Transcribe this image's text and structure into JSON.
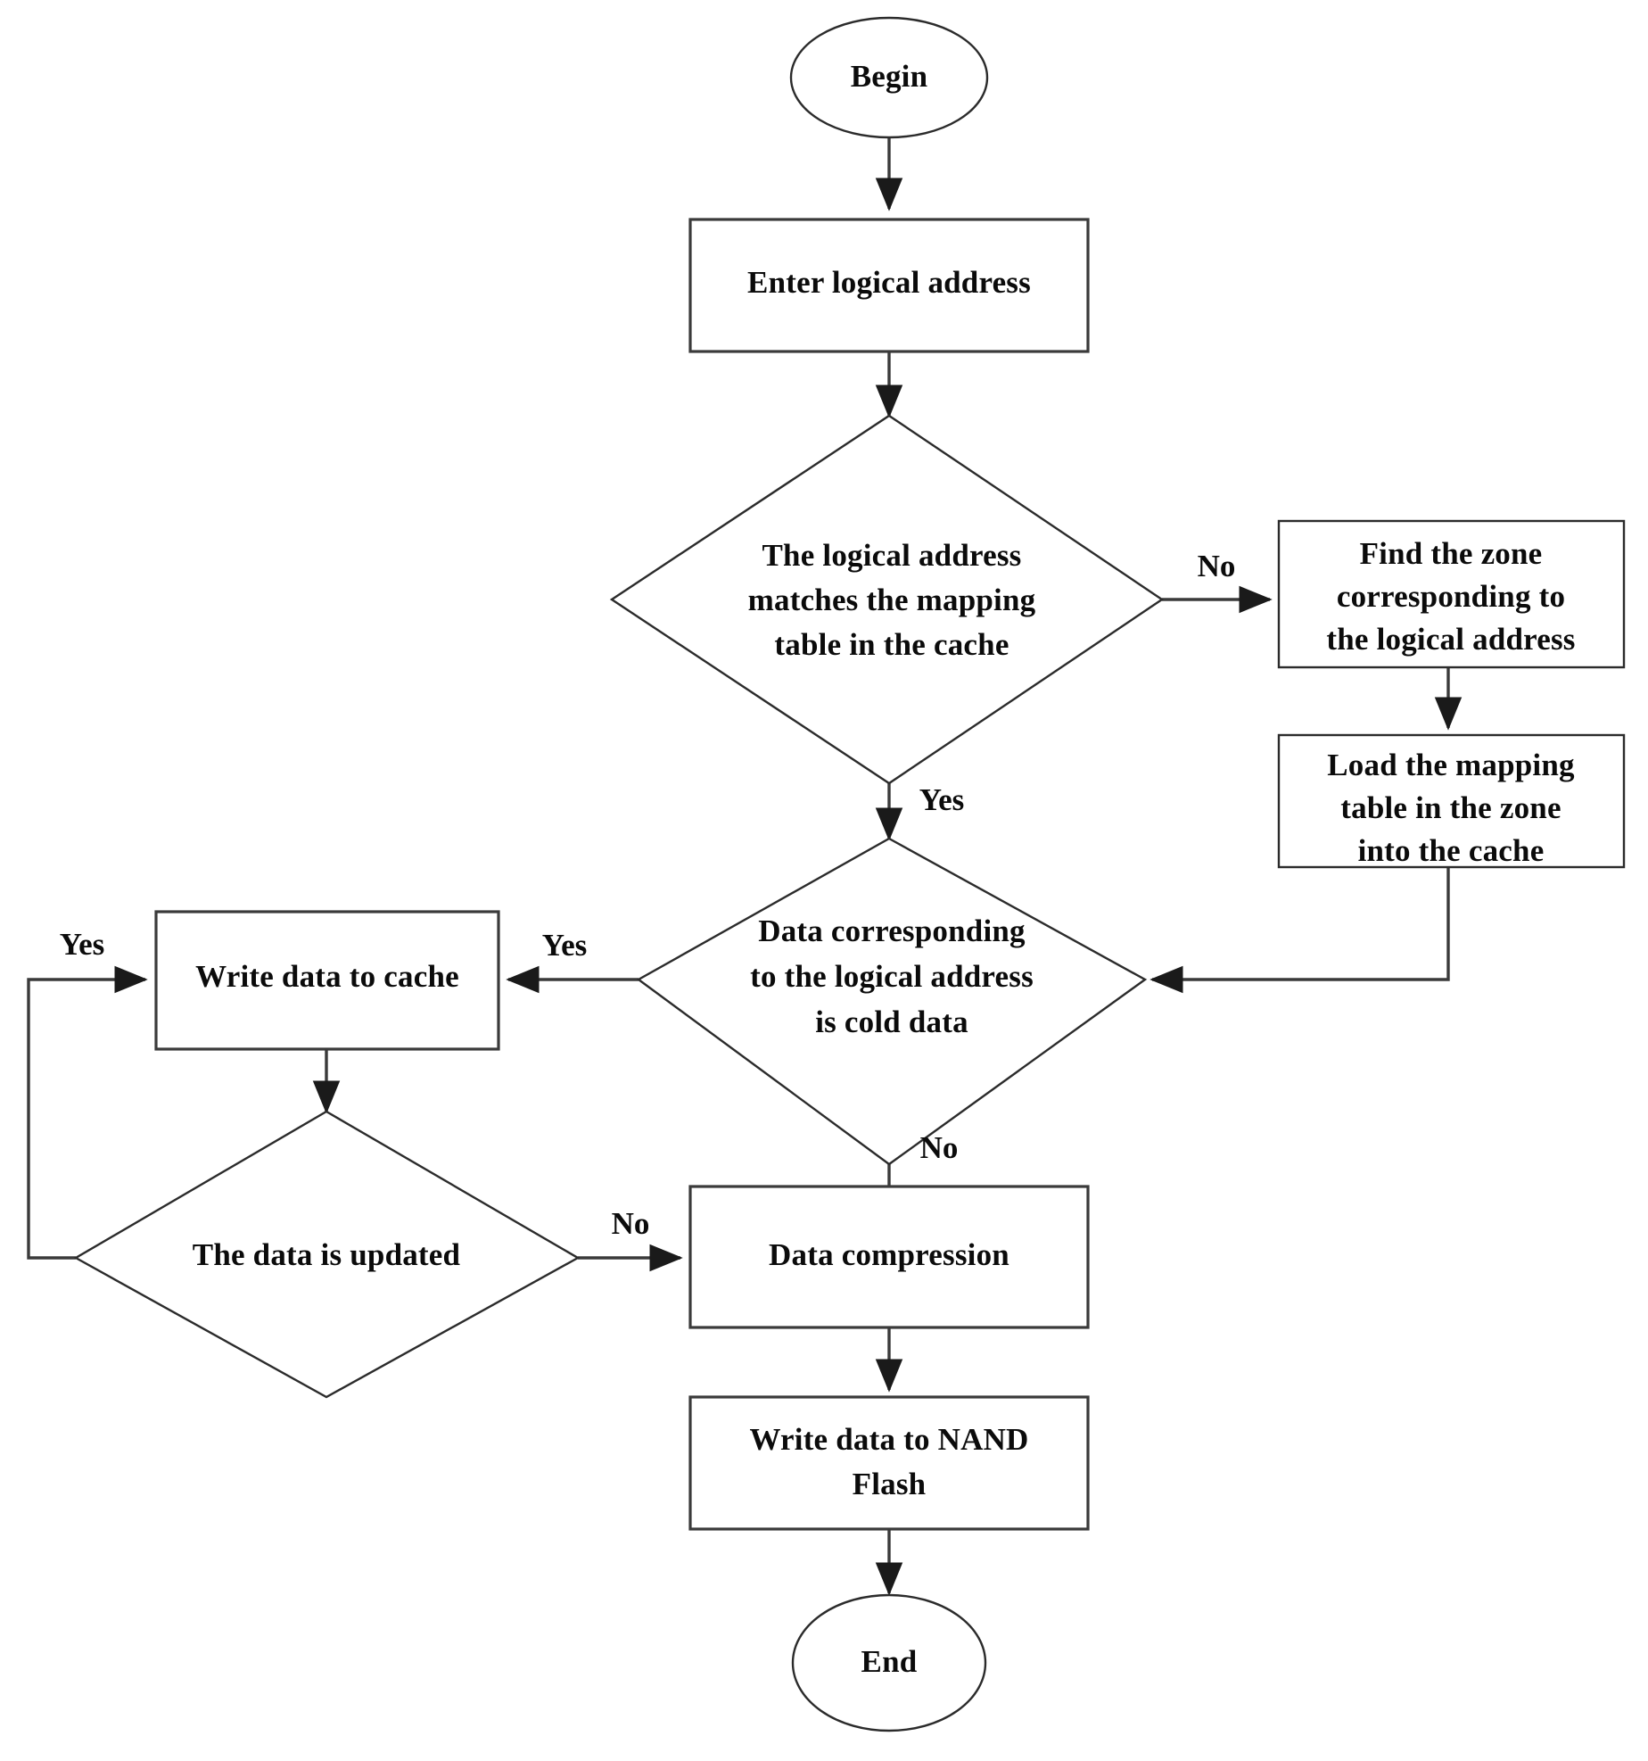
{
  "diagram": {
    "type": "flowchart",
    "title": "",
    "background_color": "#ffffff",
    "stroke_color": "#3a3a3a",
    "text_color": "#0b0b0b",
    "nodes": [
      {
        "id": "begin",
        "shape": "ellipse",
        "label": "Begin"
      },
      {
        "id": "enter_addr",
        "shape": "rectangle",
        "label": "Enter logical address"
      },
      {
        "id": "match_cache",
        "shape": "diamond",
        "label_line1": "The logical address",
        "label_line2": "matches the mapping",
        "label_line3": "table in the cache"
      },
      {
        "id": "find_zone",
        "shape": "rectangle",
        "label_line1": "Find the zone",
        "label_line2": "corresponding to",
        "label_line3": "the logical address"
      },
      {
        "id": "load_table",
        "shape": "rectangle",
        "label_line1": "Load the mapping",
        "label_line2": "table in the zone",
        "label_line3": "into the cache"
      },
      {
        "id": "cold_data",
        "shape": "diamond",
        "label_line1": "Data corresponding",
        "label_line2": "to the logical address",
        "label_line3": "is cold data"
      },
      {
        "id": "write_cache",
        "shape": "rectangle",
        "label": "Write data to cache"
      },
      {
        "id": "data_updated",
        "shape": "diamond",
        "label": "The data is updated"
      },
      {
        "id": "compression",
        "shape": "rectangle",
        "label": "Data compression"
      },
      {
        "id": "write_nand",
        "shape": "rectangle",
        "label_line1": "Write data to NAND",
        "label_line2": "Flash"
      },
      {
        "id": "end",
        "shape": "ellipse",
        "label": "End"
      }
    ],
    "edges": [
      {
        "from": "begin",
        "to": "enter_addr",
        "label": ""
      },
      {
        "from": "enter_addr",
        "to": "match_cache",
        "label": ""
      },
      {
        "from": "match_cache",
        "to": "find_zone",
        "label": "No"
      },
      {
        "from": "match_cache",
        "to": "cold_data",
        "label": "Yes"
      },
      {
        "from": "find_zone",
        "to": "load_table",
        "label": ""
      },
      {
        "from": "load_table",
        "to": "cold_data",
        "label": ""
      },
      {
        "from": "cold_data",
        "to": "write_cache",
        "label": "Yes"
      },
      {
        "from": "cold_data",
        "to": "compression",
        "label": "No"
      },
      {
        "from": "write_cache",
        "to": "data_updated",
        "label": ""
      },
      {
        "from": "data_updated",
        "to": "write_cache",
        "label": "Yes"
      },
      {
        "from": "data_updated",
        "to": "compression",
        "label": "No"
      },
      {
        "from": "compression",
        "to": "write_nand",
        "label": ""
      },
      {
        "from": "write_nand",
        "to": "end",
        "label": ""
      }
    ],
    "edge_labels": {
      "no_match_cache": "No",
      "yes_match_cache": "Yes",
      "yes_cold_data": "Yes",
      "no_cold_data": "No",
      "yes_loop_back": "Yes",
      "no_data_updated": "No"
    }
  }
}
